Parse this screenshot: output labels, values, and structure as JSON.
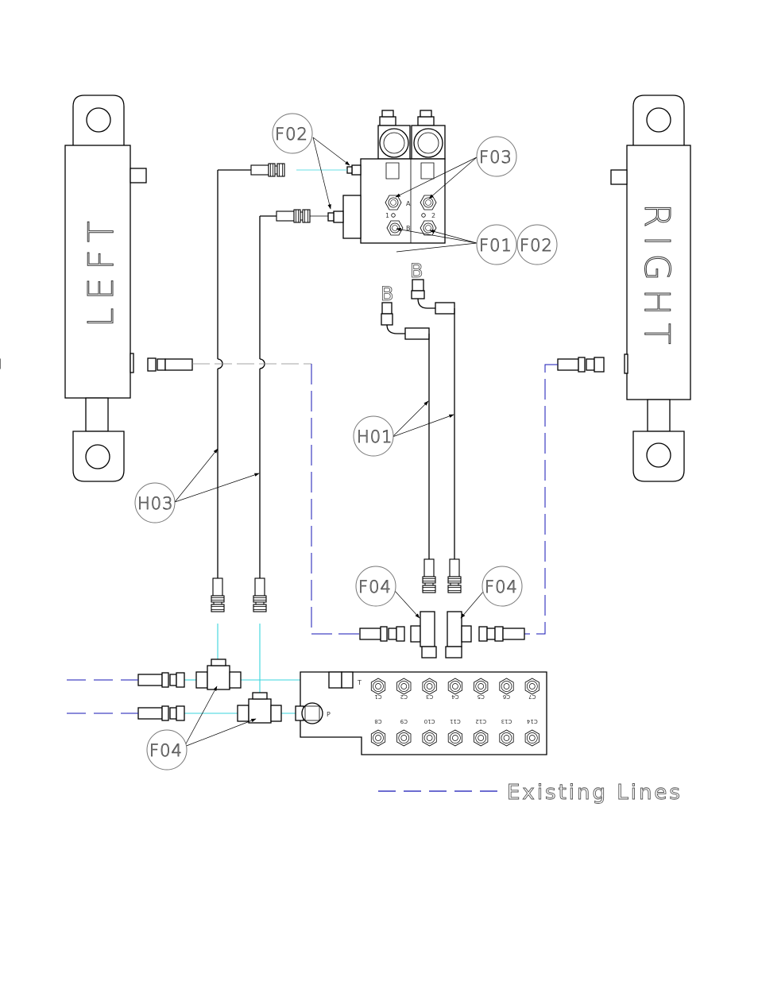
{
  "colors": {
    "line": "#000000",
    "new_line_cyan": "#38d4dc",
    "existing_line_blue": "#1515b4"
  },
  "cylinders": {
    "left_label": "LEFT",
    "right_label": "RIGHT"
  },
  "valve": {
    "port_a": "A",
    "port_b": "B",
    "port_1": "1",
    "port_2": "2"
  },
  "port_b_markers": [
    "B",
    "B"
  ],
  "callouts": {
    "f02_top": "F02",
    "f03": "F03",
    "f01": "F01",
    "f02_right": "F02",
    "h01": "H01",
    "h03": "H03",
    "f04_left": "F04",
    "f04_right": "F04",
    "f04_bottom": "F04"
  },
  "manifold": {
    "port_t": "T",
    "port_p": "P",
    "top_ports": [
      "C1",
      "C2",
      "C3",
      "C4",
      "C5",
      "C6",
      "C7"
    ],
    "bottom_ports": [
      "C8",
      "C9",
      "C10",
      "C11",
      "C12",
      "C13",
      "C14"
    ]
  },
  "legend": {
    "label": "Existing Lines"
  }
}
